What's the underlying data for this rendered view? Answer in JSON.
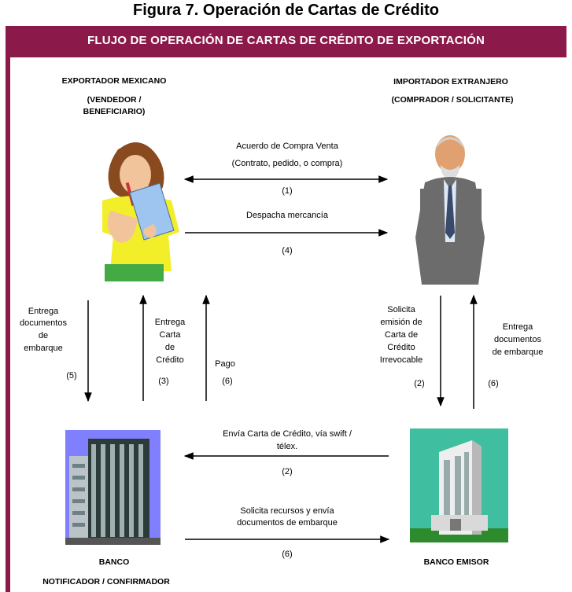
{
  "figure_title": "Figura  7. Operación de Cartas de Crédito",
  "banner": "FLUJO DE OPERACIÓN DE CARTAS DE CRÉDITO DE EXPORTACIÓN",
  "colors": {
    "banner": "#8b1a4a",
    "bank_bg": "#8080ff",
    "emisor_bg": "#40bfa0"
  },
  "parties": {
    "exporter_name": "EXPORTADOR MEXICANO",
    "exporter_role_1": "(VENDEDOR /",
    "exporter_role_2": "BENEFICIARIO)",
    "importer_name": "IMPORTADOR EXTRANJERO",
    "importer_role": "(COMPRADOR / SOLICITANTE)",
    "bank_notifier_1": "BANCO",
    "bank_notifier_2": "NOTIFICADOR / CONFIRMADOR",
    "bank_issuer": "BANCO  EMISOR"
  },
  "flows": {
    "agreement_1": "Acuerdo de  Compra Venta",
    "agreement_2": "(Contrato, pedido, o compra)",
    "agreement_step": "(1)",
    "ships": "Despacha mercancía",
    "ships_step": "(4)",
    "deliver_docs_1": "Entrega",
    "deliver_docs_2": "documentos",
    "deliver_docs_3": "de",
    "deliver_docs_4": "embarque",
    "deliver_docs_step": "(5)",
    "deliver_lc_1": "Entrega",
    "deliver_lc_2": "Carta",
    "deliver_lc_3": "de",
    "deliver_lc_4": "Crédito",
    "deliver_lc_step": "(3)",
    "payment": "Pago",
    "payment_step": "(6)",
    "request_1": "Solicita",
    "request_2": "emisión de",
    "request_3": "Carta de",
    "request_4": "Crédito",
    "request_5": "Irrevocable",
    "request_step": "(2)",
    "docs_imp_1": "Entrega",
    "docs_imp_2": "documentos",
    "docs_imp_3": "de embarque",
    "docs_imp_step": "(6)",
    "swift_1": "Envía Carta de Crédito, vía swift /",
    "swift_2": "télex.",
    "swift_step": "(2)",
    "funds_1": "Solicita recursos y envía",
    "funds_2": "documentos de embarque",
    "funds_step": "(6)"
  }
}
